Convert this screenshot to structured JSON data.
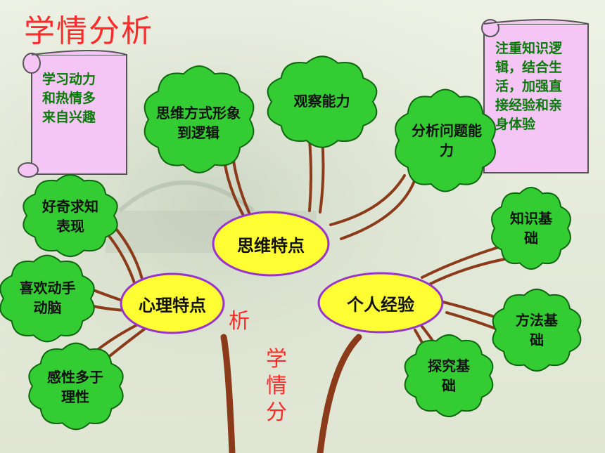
{
  "title": "学情分析",
  "colors": {
    "cloud_fill": "#33cc33",
    "cloud_stroke": "#116611",
    "ellipse_fill": "#ffff33",
    "ellipse_stroke": "#9933cc",
    "scroll_fill": "#f5c6f5",
    "branch": "#8b3a1a",
    "title": "#ff2a2a",
    "scroll_text": "#0a7a0a"
  },
  "hubs": {
    "thinking": "思维特点",
    "psychology": "心理特点",
    "experience": "个人经验"
  },
  "thinking_nodes": [
    "思维方式形象到逻辑",
    "观察能力",
    "分析问题能力"
  ],
  "psychology_nodes": [
    "好奇求知表现",
    "喜欢动手动脑",
    "感性多于理性"
  ],
  "experience_nodes": [
    "知识基础",
    "方法基础",
    "探究基础"
  ],
  "left_note": "学习动力和热情多来自兴趣",
  "right_note": "注重知识逻辑，结合生活，加强直接经验和亲身体验",
  "trunk_chars": [
    "学",
    "情",
    "分"
  ],
  "trunk_extra_char": "析"
}
